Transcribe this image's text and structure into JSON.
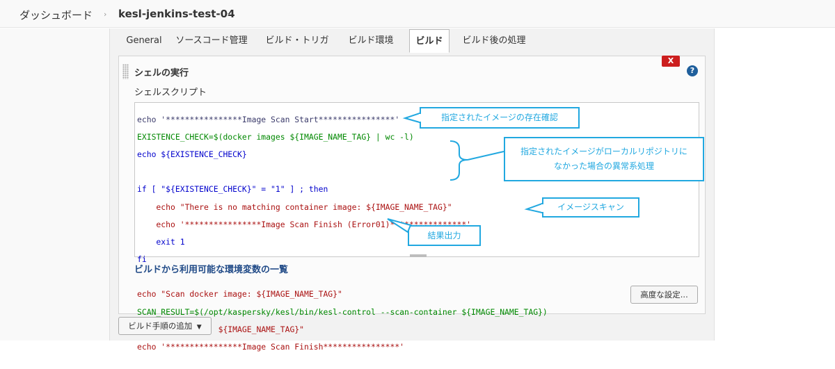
{
  "breadcrumb": {
    "dashboard": "ダッシュボード",
    "job": "kesl-jenkins-test-04"
  },
  "tabs": [
    {
      "label": "General"
    },
    {
      "label": "ソースコード管理"
    },
    {
      "label": "ビルド・トリガ"
    },
    {
      "label": "ビルド環境"
    },
    {
      "label": "ビルド"
    },
    {
      "label": "ビルド後の処理"
    }
  ],
  "active_tab": "ビルド",
  "section": {
    "title": "シェルの実行",
    "delete_label": "X",
    "help_label": "?",
    "script_label": "シェルスクリプト"
  },
  "script": {
    "lines": [
      "echo '****************Image Scan Start****************'",
      "EXISTENCE_CHECK=$(docker images ${IMAGE_NAME_TAG} | wc -l)",
      "echo ${EXISTENCE_CHECK}",
      "",
      "if [ \"${EXISTENCE_CHECK}\" = \"1\" ] ; then",
      "    echo \"There is no matching container image: ${IMAGE_NAME_TAG}\"",
      "    echo '****************Image Scan Finish (Error01)****************'",
      "    exit 1",
      "fi",
      "",
      "echo \"Scan docker image: ${IMAGE_NAME_TAG}\"",
      "SCAN_RESULT=$(/opt/kaspersky/kesl/bin/kesl-control --scan-container ${IMAGE_NAME_TAG})",
      "echo \"Scan done: ${IMAGE_NAME_TAG}\"",
      "echo '****************Image Scan Finish****************'"
    ]
  },
  "env_vars_link": "ビルドから利用可能な環境変数の一覧",
  "advanced_button": "高度な設定...",
  "add_step_button": "ビルド手順の追加",
  "annotations": {
    "existence_check": "指定されたイメージの存在確認",
    "error_handling_line1": "指定されたイメージがローカルリポジトリに",
    "error_handling_line2": "なかった場合の異常系処理",
    "image_scan": "イメージスキャン",
    "result_output": "結果出力"
  },
  "colors": {
    "callout": "#21a8e0",
    "delete_button": "#cc1e1e",
    "help_icon": "#1f5f9c",
    "link": "#204a87"
  }
}
